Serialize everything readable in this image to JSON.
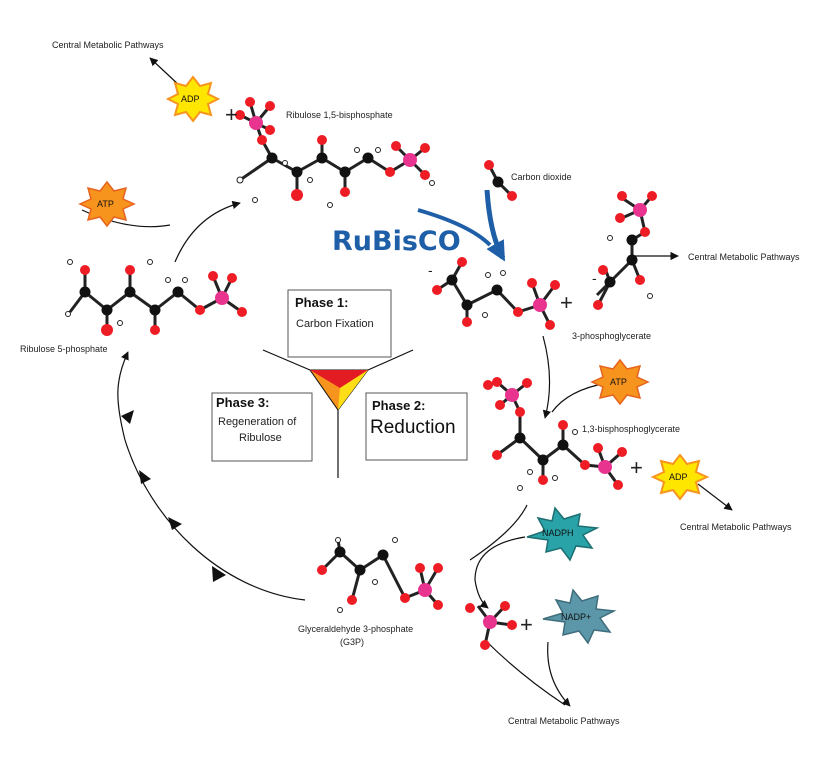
{
  "labels": {
    "central_top": "Central Metabolic Pathways",
    "central_right_top": "Central Metabolic Pathways",
    "central_right_mid": "Central Metabolic Pathways",
    "central_bottom": "Central Metabolic Pathways",
    "rubp": "Ribulose 1,5-bisphosphate",
    "co2": "Carbon dioxide",
    "pga": "3-phosphoglycerate",
    "bpg": "1,3-bisphosphoglycerate",
    "g3p_line1": "Glyceraldehyde 3-phosphate",
    "g3p_line2": "(G3P)",
    "ru5p": "Ribulose 5-phosphate",
    "rubisco": "RuBisCO"
  },
  "bursts": {
    "adp_top": "ADP",
    "atp_left": "ATP",
    "atp_right": "ATP",
    "adp_right": "ADP",
    "nadph": "NADPH",
    "nadp": "NADP+"
  },
  "symbols": {
    "plus": "+",
    "minus": "-"
  },
  "phases": {
    "p1_title": "Phase 1:",
    "p1_sub": "Carbon Fixation",
    "p2_title": "Phase 2:",
    "p2_sub": "Reduction",
    "p3_title": "Phase 3:",
    "p3_sub1": "Regeneration of",
    "p3_sub2": "Ribulose"
  },
  "colors": {
    "oxygen": "#ee1c24",
    "phosphorus": "#e8348f",
    "carbon": "#111111",
    "rubisco": "#1f5fa8",
    "burst_energy": "#f7941d",
    "burst_energy_inner": "#fff200",
    "burst_nadph": "#2aa3a8",
    "burst_nadp": "#5b97a8",
    "phase_red": "#e31b23",
    "phase_orange": "#f7941d",
    "phase_yellow": "#ffde17"
  }
}
